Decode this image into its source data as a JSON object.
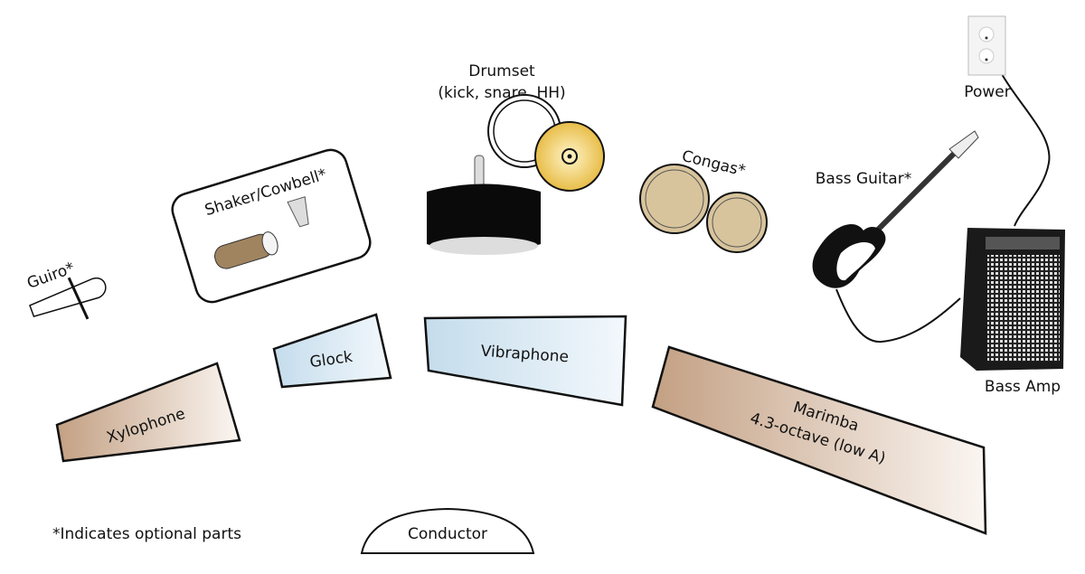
{
  "labels": {
    "drumset_line1": "Drumset",
    "drumset_line2": "(kick, snare, HH)",
    "shaker": "Shaker/Cowbell*",
    "guiro": "Guiro*",
    "congas": "Congas*",
    "bass_guitar": "Bass Guitar*",
    "power": "Power",
    "bass_amp": "Bass Amp",
    "xylophone": "Xylophone",
    "glock": "Glock",
    "vibraphone": "Vibraphone",
    "marimba_line1": "Marimba",
    "marimba_line2": "4.3-octave (low A)",
    "conductor": "Conductor",
    "footnote": "*Indicates optional parts"
  },
  "colors": {
    "wood": "#c9a88a",
    "metal": "#c9dfee",
    "conga": "#d8c49c",
    "cymbal": "#f0c955",
    "shaker": "#a08460"
  }
}
